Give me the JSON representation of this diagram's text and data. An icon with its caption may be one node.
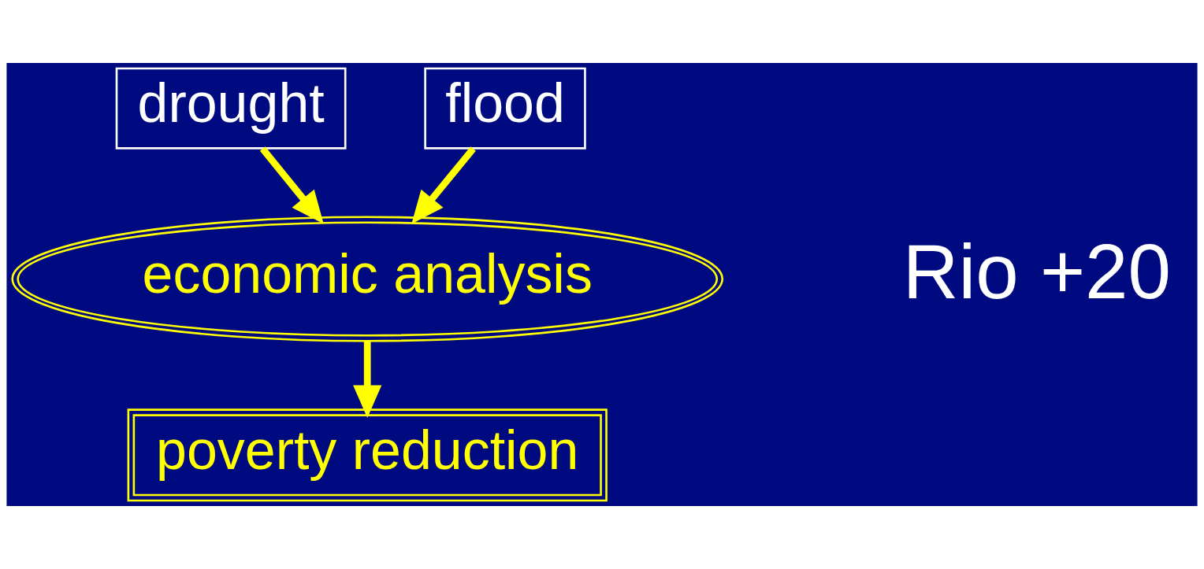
{
  "diagram": {
    "nodes": [
      {
        "text": [
          "drought"
        ]
      },
      {
        "text": [
          "flood"
        ]
      },
      {
        "text": [
          "economic analysis"
        ]
      },
      {
        "text": [
          "poverty reduction"
        ]
      }
    ],
    "edges": [
      {
        "from": 0,
        "to": 2,
        "arrow": "to"
      },
      {
        "from": 1,
        "to": 2,
        "arrow": "to"
      },
      {
        "from": 2,
        "to": 3,
        "arrow": "to"
      }
    ],
    "labels": [
      "Rio +20"
    ]
  }
}
